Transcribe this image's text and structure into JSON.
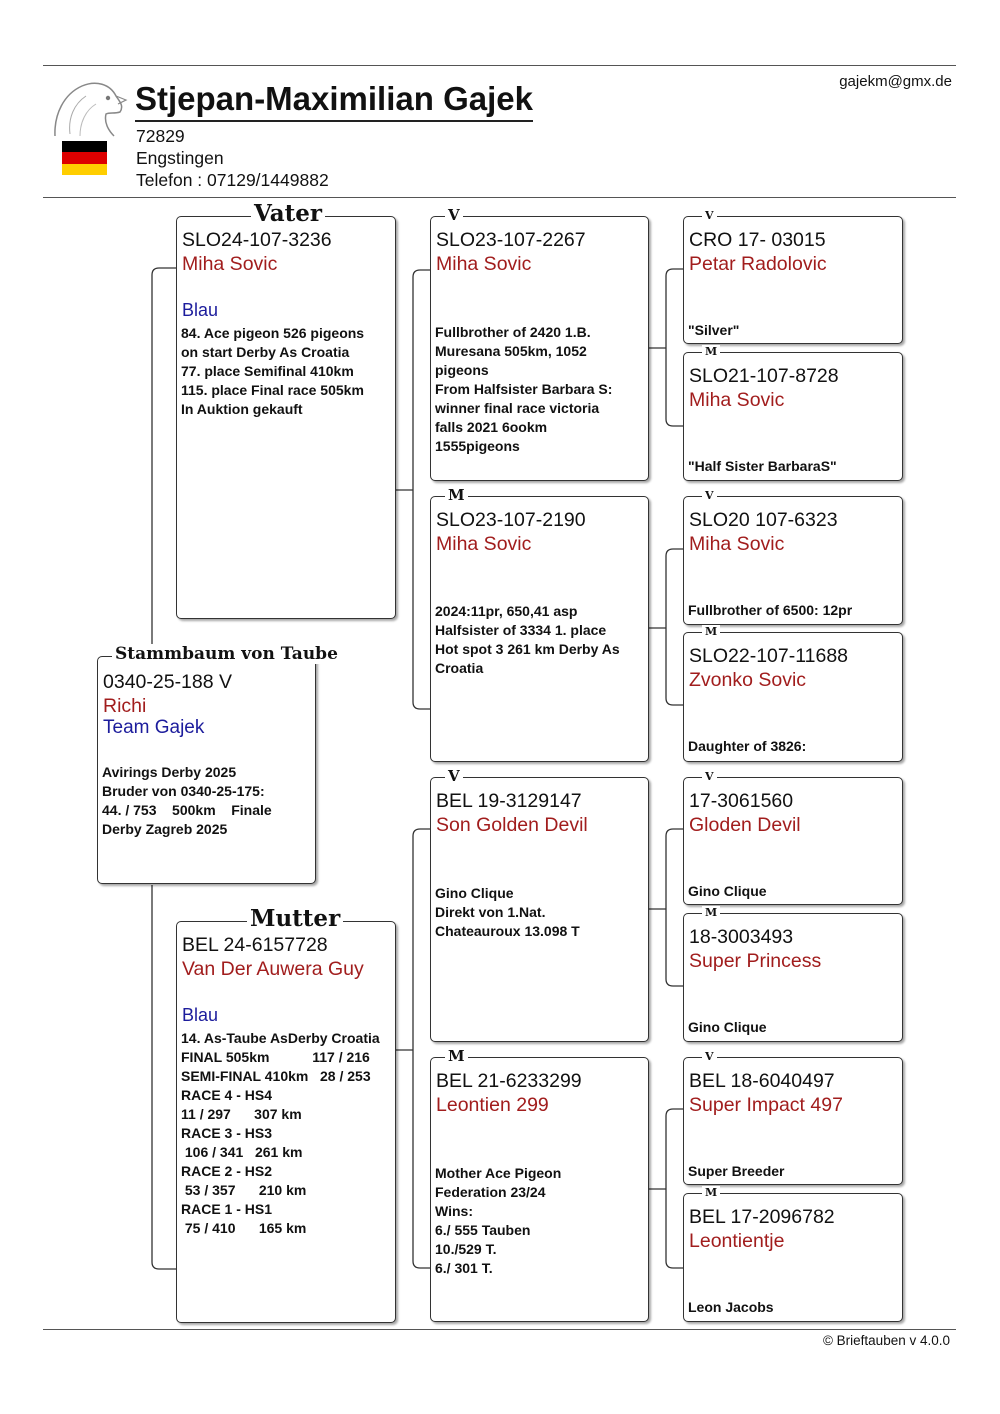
{
  "owner": {
    "email": "gajekm@gmx.de",
    "name": "Stjepan-Maximilian Gajek",
    "zip": "72829",
    "city": "Engstingen",
    "phone": "Telefon : 07129/1449882"
  },
  "flag_colors": [
    "#000000",
    "#dd0000",
    "#ffce00"
  ],
  "subject": {
    "label": "Stammbaum von Taube",
    "ring": "0340-25-188 V",
    "name": "Richi",
    "owner": "Team Gajek",
    "notes": "Avirings Derby 2025\nBruder von 0340-25-175:\n44. / 753    500km    Finale\nDerby Zagreb 2025"
  },
  "father": {
    "label": "Vater",
    "ring": "SLO24-107-3236",
    "breeder": "Miha Sovic",
    "color": "Blau",
    "notes": "84. Ace pigeon 526 pigeons\non start Derby As Croatia\n77. place Semifinal 410km\n115. place Final race 505km\nIn Auktion gekauft"
  },
  "mother": {
    "label": "Mutter",
    "ring": "BEL 24-6157728",
    "breeder": "Van Der Auwera Guy",
    "color": "Blau",
    "notes": "14. As-Taube AsDerby Croatia\nFINAL 505km           117 / 216\nSEMI-FINAL 410km   28 / 253\nRACE 4 - HS4\n11 / 297      307 km\nRACE 3 - HS3\n 106 / 341   261 km\nRACE 2 - HS2\n 53 / 357      210 km\nRACE 1 - HS1\n 75 / 410      165 km"
  },
  "gen2": [
    {
      "label": "V",
      "ring": "SLO23-107-2267",
      "breeder": "Miha Sovic",
      "notes": "Fullbrother of 2420 1.B.\nMuresana 505km, 1052\npigeons\nFrom Halfsister Barbara S:\nwinner final race victoria\nfalls 2021 6ookm\n1555pigeons"
    },
    {
      "label": "M",
      "ring": "SLO23-107-2190",
      "breeder": "Miha Sovic",
      "notes": "2024:11pr, 650,41 asp\nHalfsister of 3334 1. place\nHot spot 3 261 km Derby As\nCroatia"
    },
    {
      "label": "V",
      "ring": "BEL 19-3129147",
      "breeder": "Son Golden Devil",
      "notes": "Gino Clique\nDirekt von 1.Nat.\nChateauroux 13.098 T"
    },
    {
      "label": "M",
      "ring": "BEL 21-6233299",
      "breeder": "Leontien 299",
      "notes": "Mother Ace Pigeon\nFederation 23/24\nWins:\n6./ 555 Tauben\n10./529 T.\n6./ 301 T."
    }
  ],
  "gen3": [
    {
      "label": "V",
      "ring": "CRO 17- 03015",
      "breeder": "Petar Radolovic",
      "notes": "\"Silver\""
    },
    {
      "label": "M",
      "ring": "SLO21-107-8728",
      "breeder": "Miha Sovic",
      "notes": "\"Half Sister BarbaraS\""
    },
    {
      "label": "V",
      "ring": "SLO20 107-6323",
      "breeder": "Miha Sovic",
      "notes": "Fullbrother of 6500: 12pr"
    },
    {
      "label": "M",
      "ring": "SLO22-107-11688",
      "breeder": "Zvonko Sovic",
      "notes": "Daughter of 3826:"
    },
    {
      "label": "V",
      "ring": "17-3061560",
      "breeder": "Gloden Devil",
      "notes": "Gino Clique"
    },
    {
      "label": "M",
      "ring": "18-3003493",
      "breeder": "Super Princess",
      "notes": "Gino Clique"
    },
    {
      "label": "V",
      "ring": "BEL 18-6040497",
      "breeder": "Super Impact 497",
      "notes": "Super Breeder"
    },
    {
      "label": "M",
      "ring": "BEL 17-2096782",
      "breeder": "Leontientje",
      "notes": "Leon Jacobs"
    }
  ],
  "footer": {
    "copyright": "© Brieftauben v 4.0.0"
  }
}
